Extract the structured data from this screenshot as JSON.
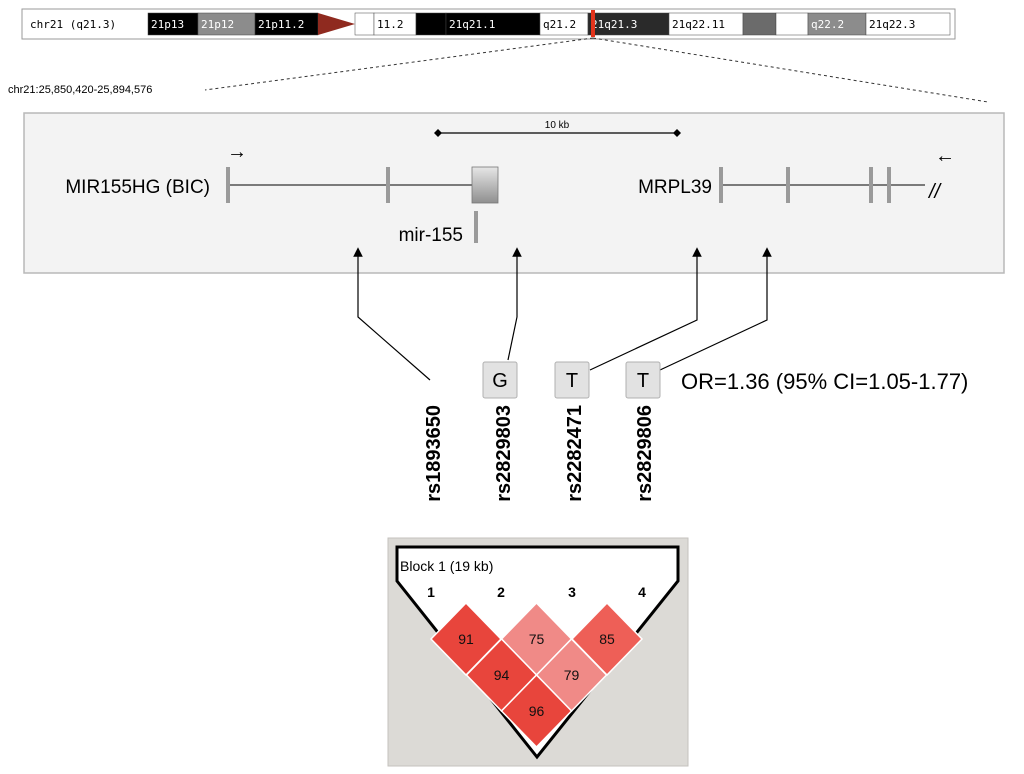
{
  "ideogram": {
    "label": "chr21 (q21.3)",
    "bands": [
      {
        "name": "21p13",
        "fill": "#000000",
        "text": "#ffffff"
      },
      {
        "name": "21p12",
        "fill": "#8c8c8c",
        "text": "#ffffff"
      },
      {
        "name": "21p11.2",
        "fill": "#000000",
        "text": "#ffffff"
      },
      {
        "name": "",
        "fill": "centromere",
        "text": "#ffffff"
      },
      {
        "name": "",
        "fill": "#ffffff",
        "text": "#000000"
      },
      {
        "name": "11.2",
        "fill": "#ffffff",
        "text": "#000000"
      },
      {
        "name": "",
        "fill": "#000000",
        "text": "#ffffff"
      },
      {
        "name": "21q21.1",
        "fill": "#000000",
        "text": "#ffffff"
      },
      {
        "name": "q21.2",
        "fill": "#ffffff",
        "text": "#000000"
      },
      {
        "name": "21q21.3",
        "fill": "#2a2a2a",
        "text": "#ffffff"
      },
      {
        "name": "21q22.11",
        "fill": "#ffffff",
        "text": "#000000"
      },
      {
        "name": "",
        "fill": "#6b6b6b",
        "text": "#ffffff"
      },
      {
        "name": "",
        "fill": "#ffffff",
        "text": "#000000"
      },
      {
        "name": "q22.2",
        "fill": "#8c8c8c",
        "text": "#ffffff"
      },
      {
        "name": "21q22.3",
        "fill": "#ffffff",
        "text": "#000000"
      }
    ],
    "highlight_color": "#e3341c"
  },
  "region": {
    "coords": "chr21:25,850,420-25,894,576",
    "scale_label": "10 kb"
  },
  "genes": {
    "gene1": "MIR155HG (BIC)",
    "gene1_arrow": "→",
    "mirna": "mir-155",
    "gene2": "MRPL39",
    "gene2_arrow": "←",
    "break_mark": "//"
  },
  "snps": [
    {
      "id": "rs1893650",
      "allele": ""
    },
    {
      "id": "rs2829803",
      "allele": "G"
    },
    {
      "id": "rs2282471",
      "allele": "T"
    },
    {
      "id": "rs2829806",
      "allele": "T"
    }
  ],
  "odds_ratio": "OR=1.36 (95% CI=1.05-1.77)",
  "ld_block": {
    "title": "Block 1 (19 kb)",
    "markers": [
      "1",
      "2",
      "3",
      "4"
    ],
    "cells": [
      {
        "pair": "1-2",
        "value": "91",
        "color": "#e8453c"
      },
      {
        "pair": "2-3",
        "value": "75",
        "color": "#f08a87"
      },
      {
        "pair": "3-4",
        "value": "85",
        "color": "#ee5f57"
      },
      {
        "pair": "1-3",
        "value": "94",
        "color": "#e8453c"
      },
      {
        "pair": "2-4",
        "value": "79",
        "color": "#f08a87"
      },
      {
        "pair": "1-4",
        "value": "96",
        "color": "#e8453c"
      }
    ]
  }
}
